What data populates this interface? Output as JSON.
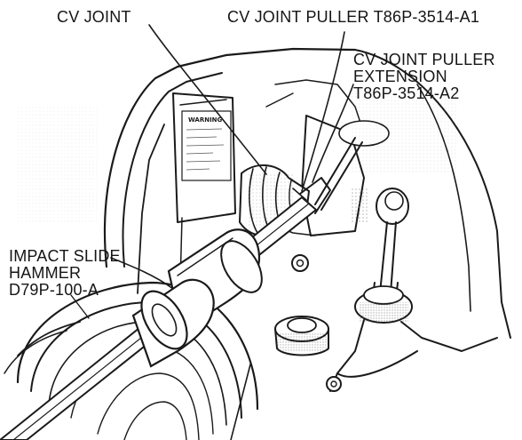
{
  "labels": {
    "cv_joint": "CV JOINT",
    "puller": "CV JOINT PULLER T86P-3514-A1",
    "extension": [
      "CV JOINT PULLER",
      "EXTENSION",
      "T86P-3514-A2"
    ],
    "hammer": [
      "IMPACT SLIDE",
      "HAMMER",
      "D79P-100-A"
    ]
  },
  "warning_label": [
    "WARNING"
  ],
  "colors": {
    "ink": "#1a1a1a",
    "paper": "#ffffff",
    "shade": "#9a9a9a"
  }
}
